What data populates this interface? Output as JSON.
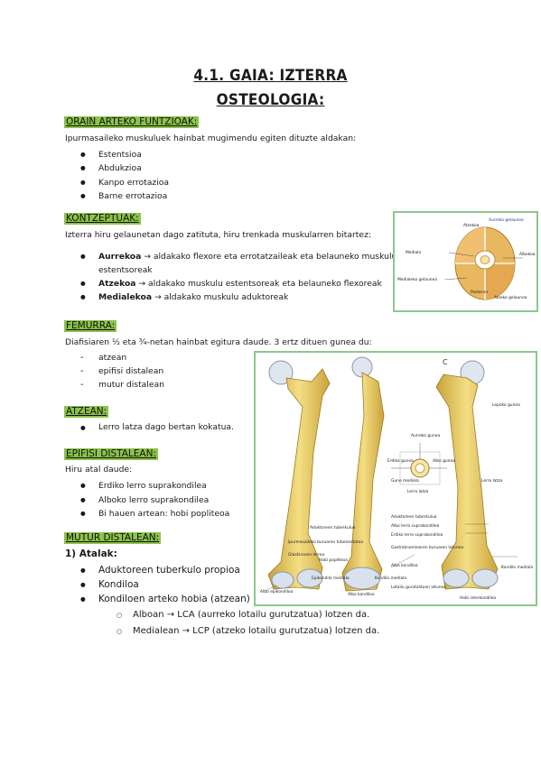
{
  "title1": "4.1. GAIA: IZTERRA",
  "title2": "OSTEOLOGIA:",
  "s1": {
    "header": "ORAIN ARTEKO FUNTZIOAK:",
    "intro": "Ipurmasaileko muskuluek hainbat mugimendu egiten dituzte aldakan:",
    "items": [
      "Estentsioa",
      "Abdukzioa",
      "Kanpo errotazioa",
      "Barne errotazioa"
    ]
  },
  "s2": {
    "header": "KONTZEPTUAK:",
    "intro": "Izterra hiru gelaunetan dago zatituta, hiru trenkada muskularren bitartez:",
    "items": [
      {
        "bold": "Aurrekoa",
        "rest": " → aldakako flexore eta errotatzaileak eta belauneko muskulu",
        "cont": "estentsoreak"
      },
      {
        "bold": "Atzekoa",
        "rest": " → aldakako muskulu estentsoreak eta belauneko flexoreak"
      },
      {
        "bold": "Medialekoa",
        "rest": " → aldakako muskulu aduktoreak"
      }
    ]
  },
  "s3": {
    "header": "FEMURRA:",
    "intro": "Diafisiaren ½ eta ¾-netan hainbat egitura daude. 3 ertz dituen gunea du:",
    "items": [
      "atzean",
      "epifisi distalean",
      "mutur distalean"
    ]
  },
  "s4": {
    "header": "ATZEAN:",
    "items": [
      "Lerro latza dago bertan kokatua."
    ]
  },
  "s5": {
    "header": "EPIFISI DISTALEAN:",
    "intro": "Hiru atal daude:",
    "items": [
      "Erdiko lerro suprakondilea",
      "Alboko lerro suprakondilea",
      "Bi hauen artean: hobi popliteoa"
    ]
  },
  "s6": {
    "header": "MUTUR DISTALEAN:",
    "sub": "1) Atalak:",
    "items": [
      "Aduktoreen tuberkulo propioa",
      "Kondiloa",
      "Kondiloen arteko hobia (atzean)"
    ],
    "subitems": [
      "Alboan → LCA (aurreko lotailu gurutzatua) lotzen da.",
      "Medialean → LCP (atzeko lotailu gurutzatua) lotzen da."
    ]
  },
  "fig1": {
    "labels": [
      "Aurreko gelaunea",
      "Atzekoa",
      "Mediala",
      "Albokoa",
      "Medialeko gelaunea",
      "Posterior",
      "Atzeko gelaunea"
    ]
  },
  "fig2": {
    "letter": "C",
    "labels": {
      "a1": "Albo epikondiloa",
      "a2": "Epikondilo mediala",
      "a3": "Aduktoreen tuberkulua",
      "a4": "Hobi popliteoa",
      "a5": "Glazkinaren lerroa",
      "a6": "Ipurmasaileko buruaren tuberositatea",
      "b1": "Aurreko gunea",
      "b2": "Erdiko gunea",
      "b3": "Albo gunea",
      "b4": "Gune mediala",
      "b5": "Lerro latza",
      "b6": "Albo kondiloa",
      "b7": "Kondilo mediala",
      "c1": "Lepoko gunea",
      "c2": "Lerro latza",
      "c3": "Aduktoreen tuberkulua",
      "c4": "Albo lerro suprakondilea",
      "c5": "Erdiko lerro suprakondilea",
      "c6": "Gastroknemioaren buruaren lotunea",
      "c7": "Kondilo mediala",
      "c8": "Albo kondiloa",
      "c9": "Lotailu gurutzatuen lotunea",
      "c10": "Hobi interkondilea"
    }
  }
}
